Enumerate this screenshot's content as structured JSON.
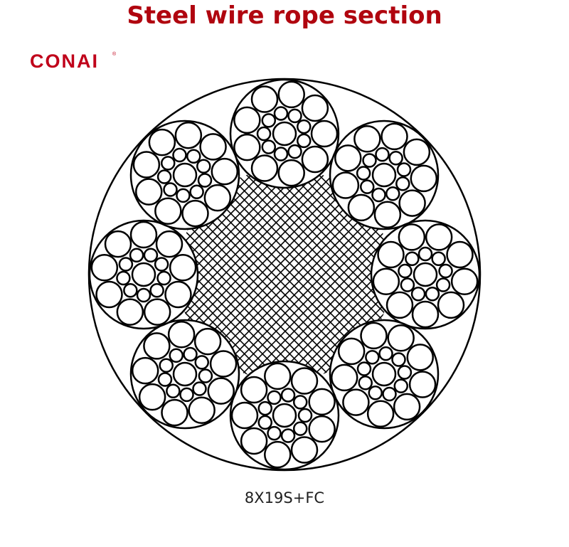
{
  "title": "Steel wire rope section",
  "brand": {
    "name": "CONAI",
    "mark": "®"
  },
  "caption": "8X19S+FC",
  "colors": {
    "title": "#b0050f",
    "brand": "#c0001a",
    "line": "#000000",
    "background": "#ffffff"
  },
  "rope": {
    "strand_count": 8,
    "wires_per_strand": 19,
    "strand_type": "Seale",
    "core": "fibre core",
    "core_pattern": "crosshatch"
  }
}
